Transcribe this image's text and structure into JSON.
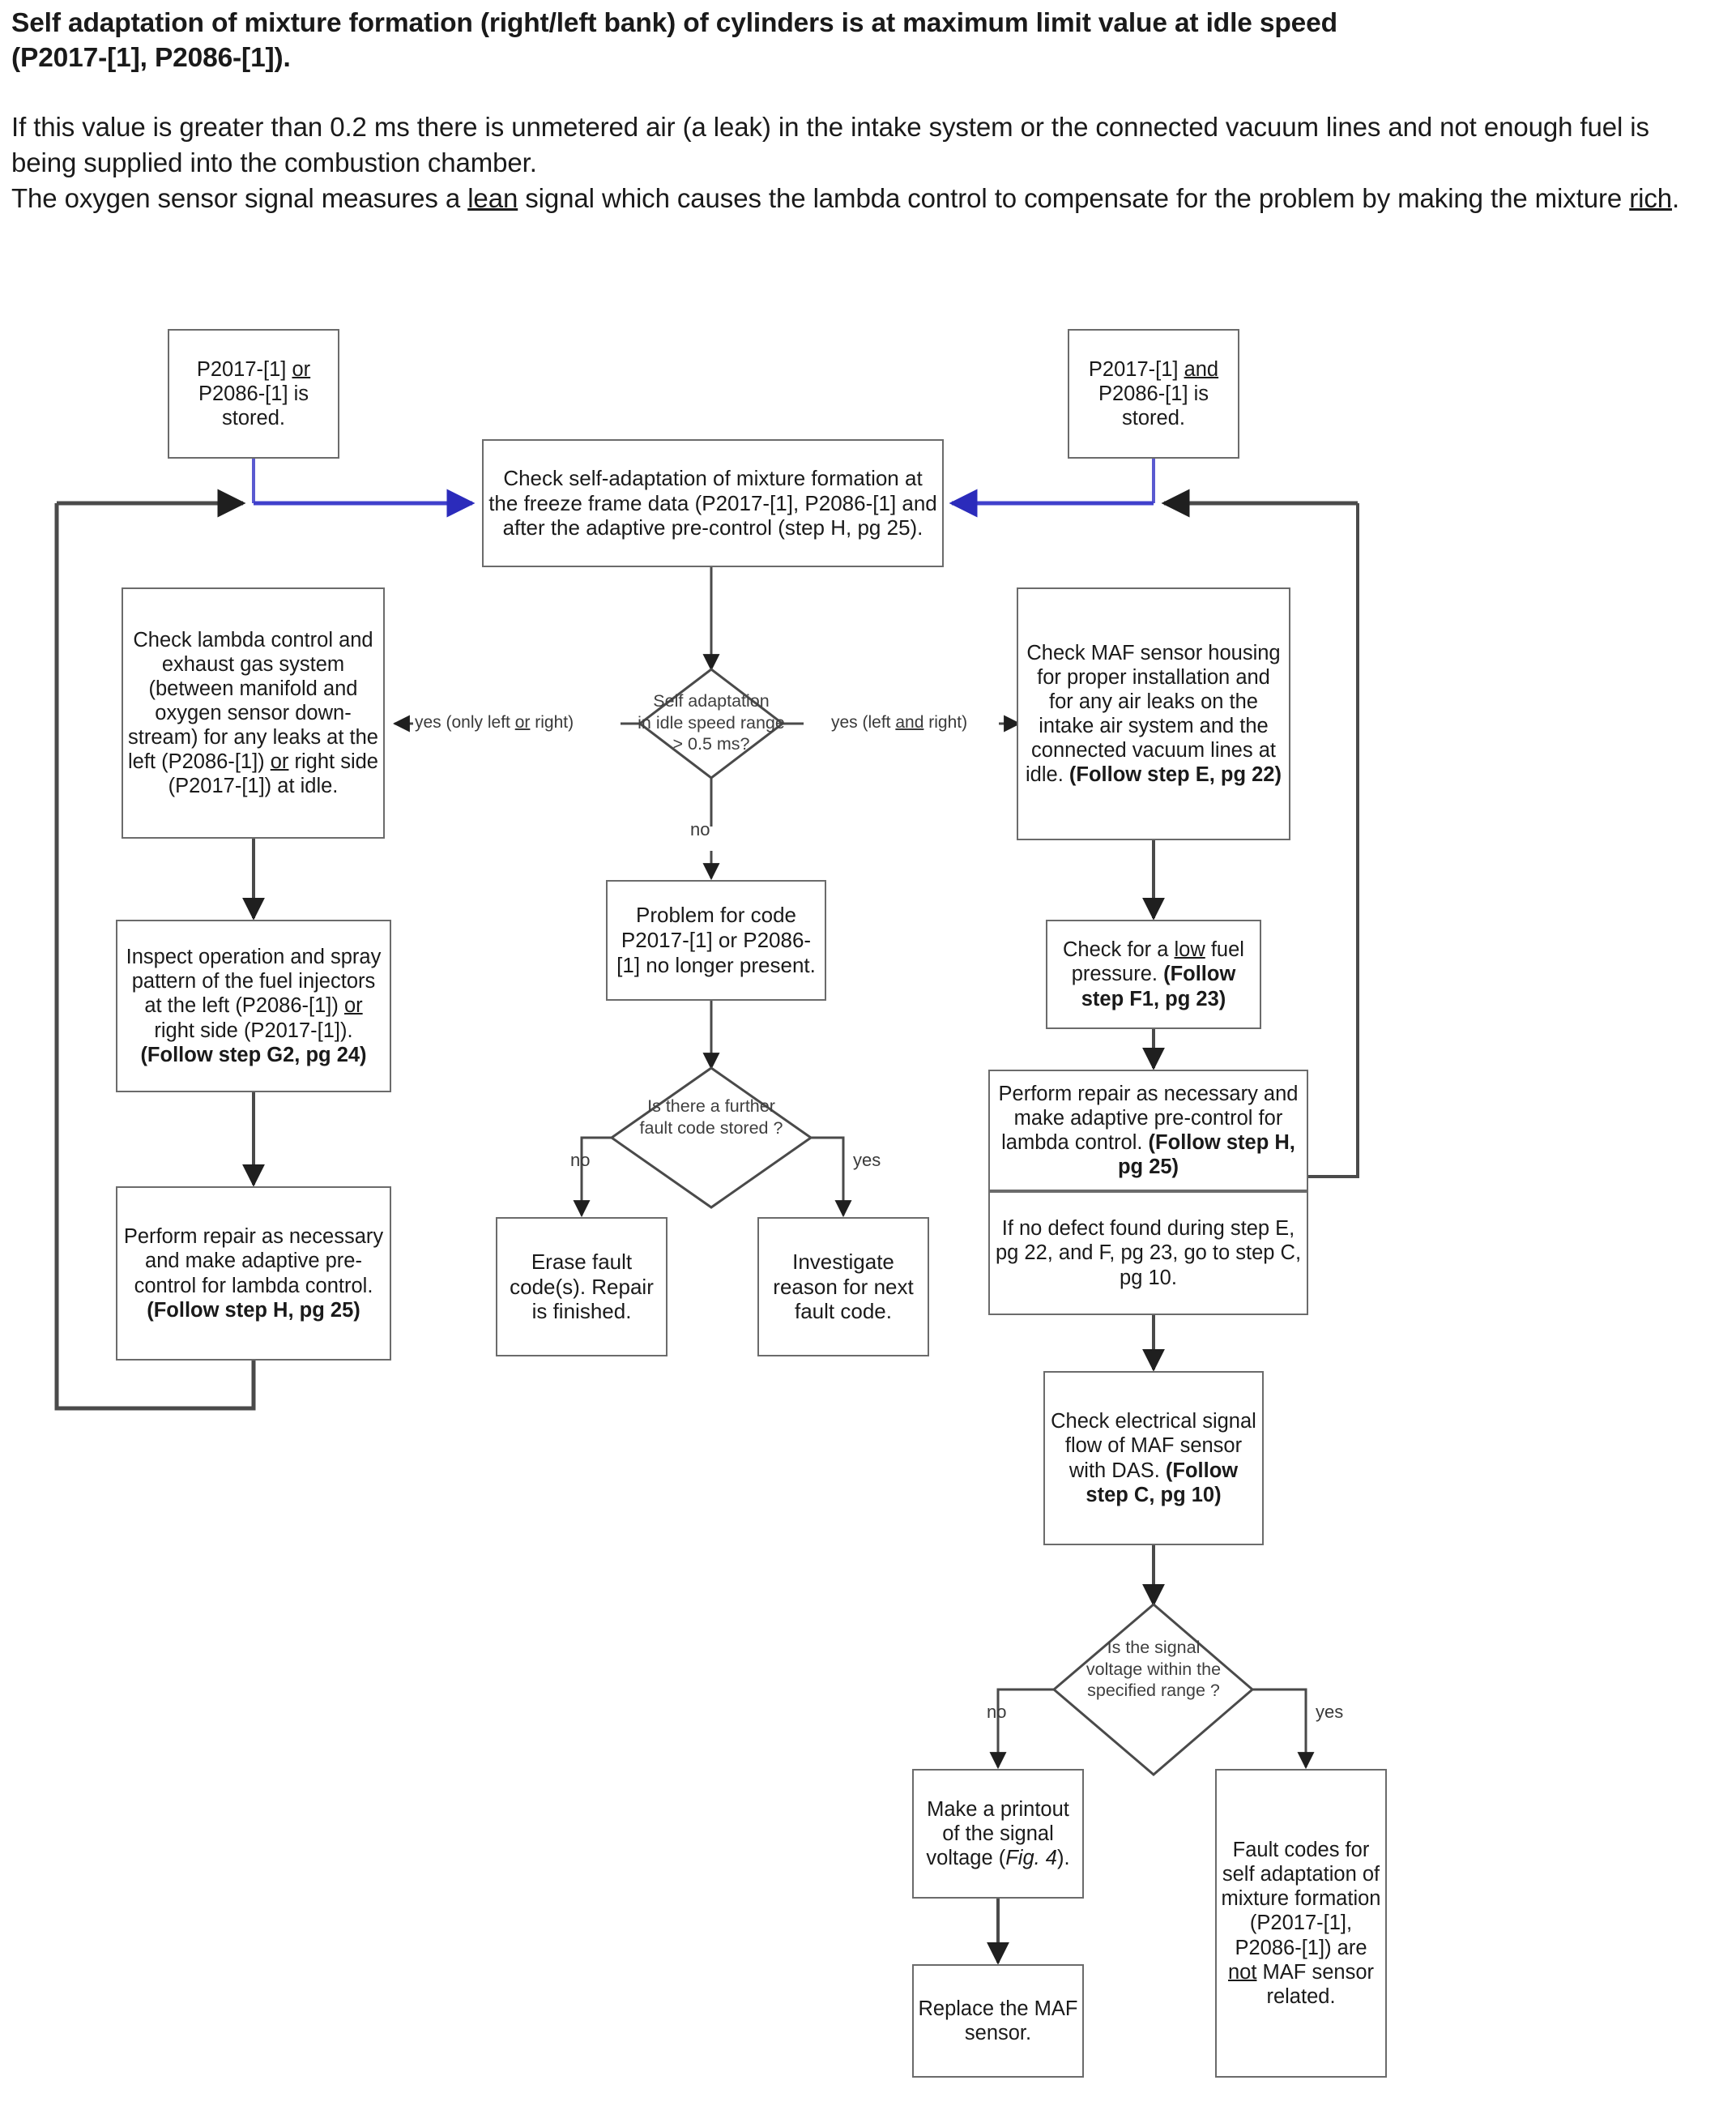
{
  "intro": {
    "heading_line1": "Self adaptation of mixture formation (right/left bank) of cylinders is at maximum limit value at idle speed",
    "heading_line2": "(P2017-[1], P2086-[1]).",
    "para1": "If this value is greater than 0.2 ms there is unmetered air (a leak) in the intake system or the connected vacuum lines and not enough fuel is being supplied into the combustion chamber.",
    "para2_a": "The oxygen sensor signal measures a ",
    "para2_u1": "lean",
    "para2_b": " signal which causes the lambda control to compensate for the problem by making the mixture ",
    "para2_u2": "rich",
    "para2_c": "."
  },
  "colors": {
    "blue_arrow": "#3333cc",
    "node_border": "#6b6b6b",
    "wire": "#595959",
    "text": "#1a1a1a"
  },
  "flow": {
    "start_left": {
      "line1_a": "P2017-[1] ",
      "line1_u": "or",
      "line2": "P2086-[1] is",
      "line3": "stored."
    },
    "start_right": {
      "line1_a": "P2017-[1] ",
      "line1_u": "and",
      "line2": "P2086-[1] is",
      "line3": "stored."
    },
    "check_selfadapt": "Check self-adaptation of mixture formation at the freeze frame data (P2017-[1], P2086-[1] and after the adaptive pre-control (step H, pg 25).",
    "decision_main": {
      "l1": "Self adaptation",
      "l2": "in idle speed range",
      "l3": "> 0.5 ms?"
    },
    "edge_yes_left_a": "yes (only left ",
    "edge_yes_left_u": "or",
    "edge_yes_left_b": " right)",
    "edge_yes_right_a": "yes (left ",
    "edge_yes_right_u": "and",
    "edge_yes_right_b": " right)",
    "edge_no_main": "no",
    "check_lambda": {
      "a": "Check lambda control and exhaust gas system (between manifold and oxygen sensor down-stream) for any leaks at the left (P2086-[1]) ",
      "u": "or",
      "b": " right side (P2017-[1]) at idle."
    },
    "inspect_injectors": {
      "a": "Inspect operation and spray pattern of the fuel injectors at the left (P2086-[1]) ",
      "u": "or",
      "b": " right side (P2017-[1]).",
      "bold": "(Follow step G2, pg 24)"
    },
    "repair_left": {
      "a": "Perform repair as necessary and make adaptive pre-control for lambda control.",
      "bold": "(Follow step H, pg 25)"
    },
    "problem_gone": "Problem for code P2017-[1] or P2086-[1] no longer present.",
    "decision_further": {
      "l1": "Is there a further",
      "l2": "fault code stored ?"
    },
    "edge_no_further": "no",
    "edge_yes_further": "yes",
    "erase_codes": "Erase fault code(s). Repair is finished.",
    "investigate": "Investigate reason for next fault code.",
    "check_maf_housing": {
      "a": "Check  MAF sensor housing for proper installation and  for any air leaks on the intake air system and the connected vacuum lines at idle.",
      "bold": "(Follow step E, pg 22)"
    },
    "check_fuel_pressure": {
      "a": "Check for a ",
      "u": "low",
      "b": " fuel pressure.",
      "bold": "(Follow step F1, pg 23)"
    },
    "repair_right": {
      "a": "Perform repair as necessary and make adaptive pre-control for lambda control.",
      "bold": "(Follow step H, pg 25)"
    },
    "no_defect_note": "If no defect found during step E, pg 22, and F, pg 23, go to step C, pg 10.",
    "check_electrical": {
      "a": "Check electrical signal flow of MAF sensor with DAS.",
      "bold": "(Follow step C, pg 10)"
    },
    "decision_voltage": {
      "l1": "Is the signal",
      "l2": "voltage  within the",
      "l3": "specified range ?"
    },
    "edge_no_voltage": "no",
    "edge_yes_voltage": "yes",
    "make_printout": {
      "a": "Make a printout of the signal voltage (",
      "i": "Fig. 4",
      "b": ")."
    },
    "replace_maf": "Replace the MAF sensor.",
    "fault_not_maf": {
      "a": "Fault codes for self adaptation of mixture formation (P2017-[1], P2086-[1]) are ",
      "u": "not",
      "b": "  MAF sensor related."
    }
  }
}
